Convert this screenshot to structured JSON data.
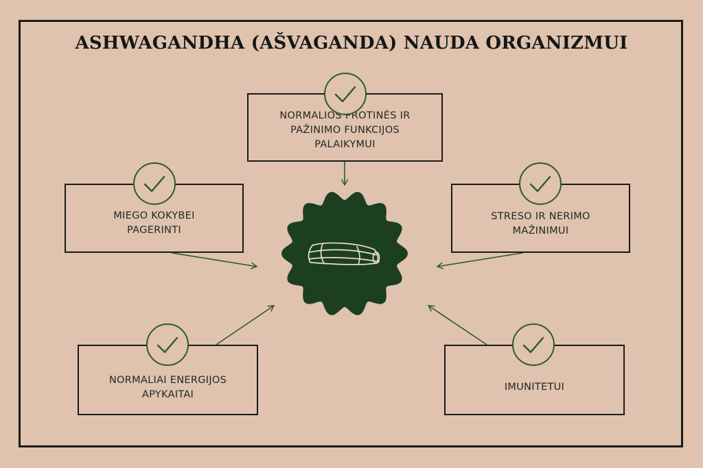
{
  "title": "ASHWAGANDHA (AŠVAGANDA) NAUDA ORGANIZMUI",
  "colors": {
    "background": "#dfc3ae",
    "border": "#1a1a1a",
    "accent_green": "#2d5a2a",
    "badge_green": "#1c3f20",
    "root_stroke": "#e9dfc8"
  },
  "center": {
    "icon": "ashwagandha-root-icon"
  },
  "benefits": [
    {
      "label": "NORMALIOS PROTINĖS IR\nPAŽINIMO FUNKCIJOS\nPALAIKYMUI",
      "icon": "check-icon"
    },
    {
      "label": "MIEGO KOKYBEI\nPAGERINTI",
      "icon": "check-icon"
    },
    {
      "label": "STRESO IR NERIMO\nMAŽINIMUI",
      "icon": "check-icon"
    },
    {
      "label": "NORMALIAI ENERGIJOS\nAPYKAITAI",
      "icon": "check-icon"
    },
    {
      "label": "IMUNITETUI",
      "icon": "check-icon"
    }
  ]
}
